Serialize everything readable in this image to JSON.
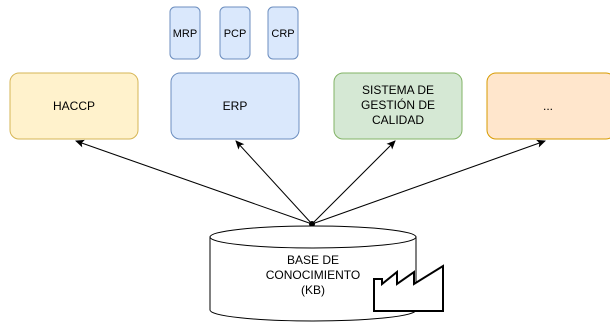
{
  "diagram": {
    "small_boxes": [
      {
        "label": "MRP"
      },
      {
        "label": "PCP"
      },
      {
        "label": "CRP"
      }
    ],
    "systems": [
      {
        "lines": [
          "HACCP"
        ],
        "fill": "#fff2cc",
        "stroke": "#d6b656"
      },
      {
        "lines": [
          "ERP"
        ],
        "fill": "#dae8fc",
        "stroke": "#6c8ebf"
      },
      {
        "lines": [
          "SISTEMA DE",
          "GESTIÓN DE",
          "CALIDAD"
        ],
        "fill": "#d5e8d4",
        "stroke": "#82b366"
      },
      {
        "lines": [
          "..."
        ],
        "fill": "#ffe6cc",
        "stroke": "#d79b00"
      }
    ],
    "small_box_colors": {
      "fill": "#dae8fc",
      "stroke": "#6c8ebf"
    },
    "knowledge_base": {
      "lines": [
        "BASE DE",
        "CONOCIMIENTO",
        "(KB)"
      ],
      "icon": "factory-icon"
    }
  }
}
